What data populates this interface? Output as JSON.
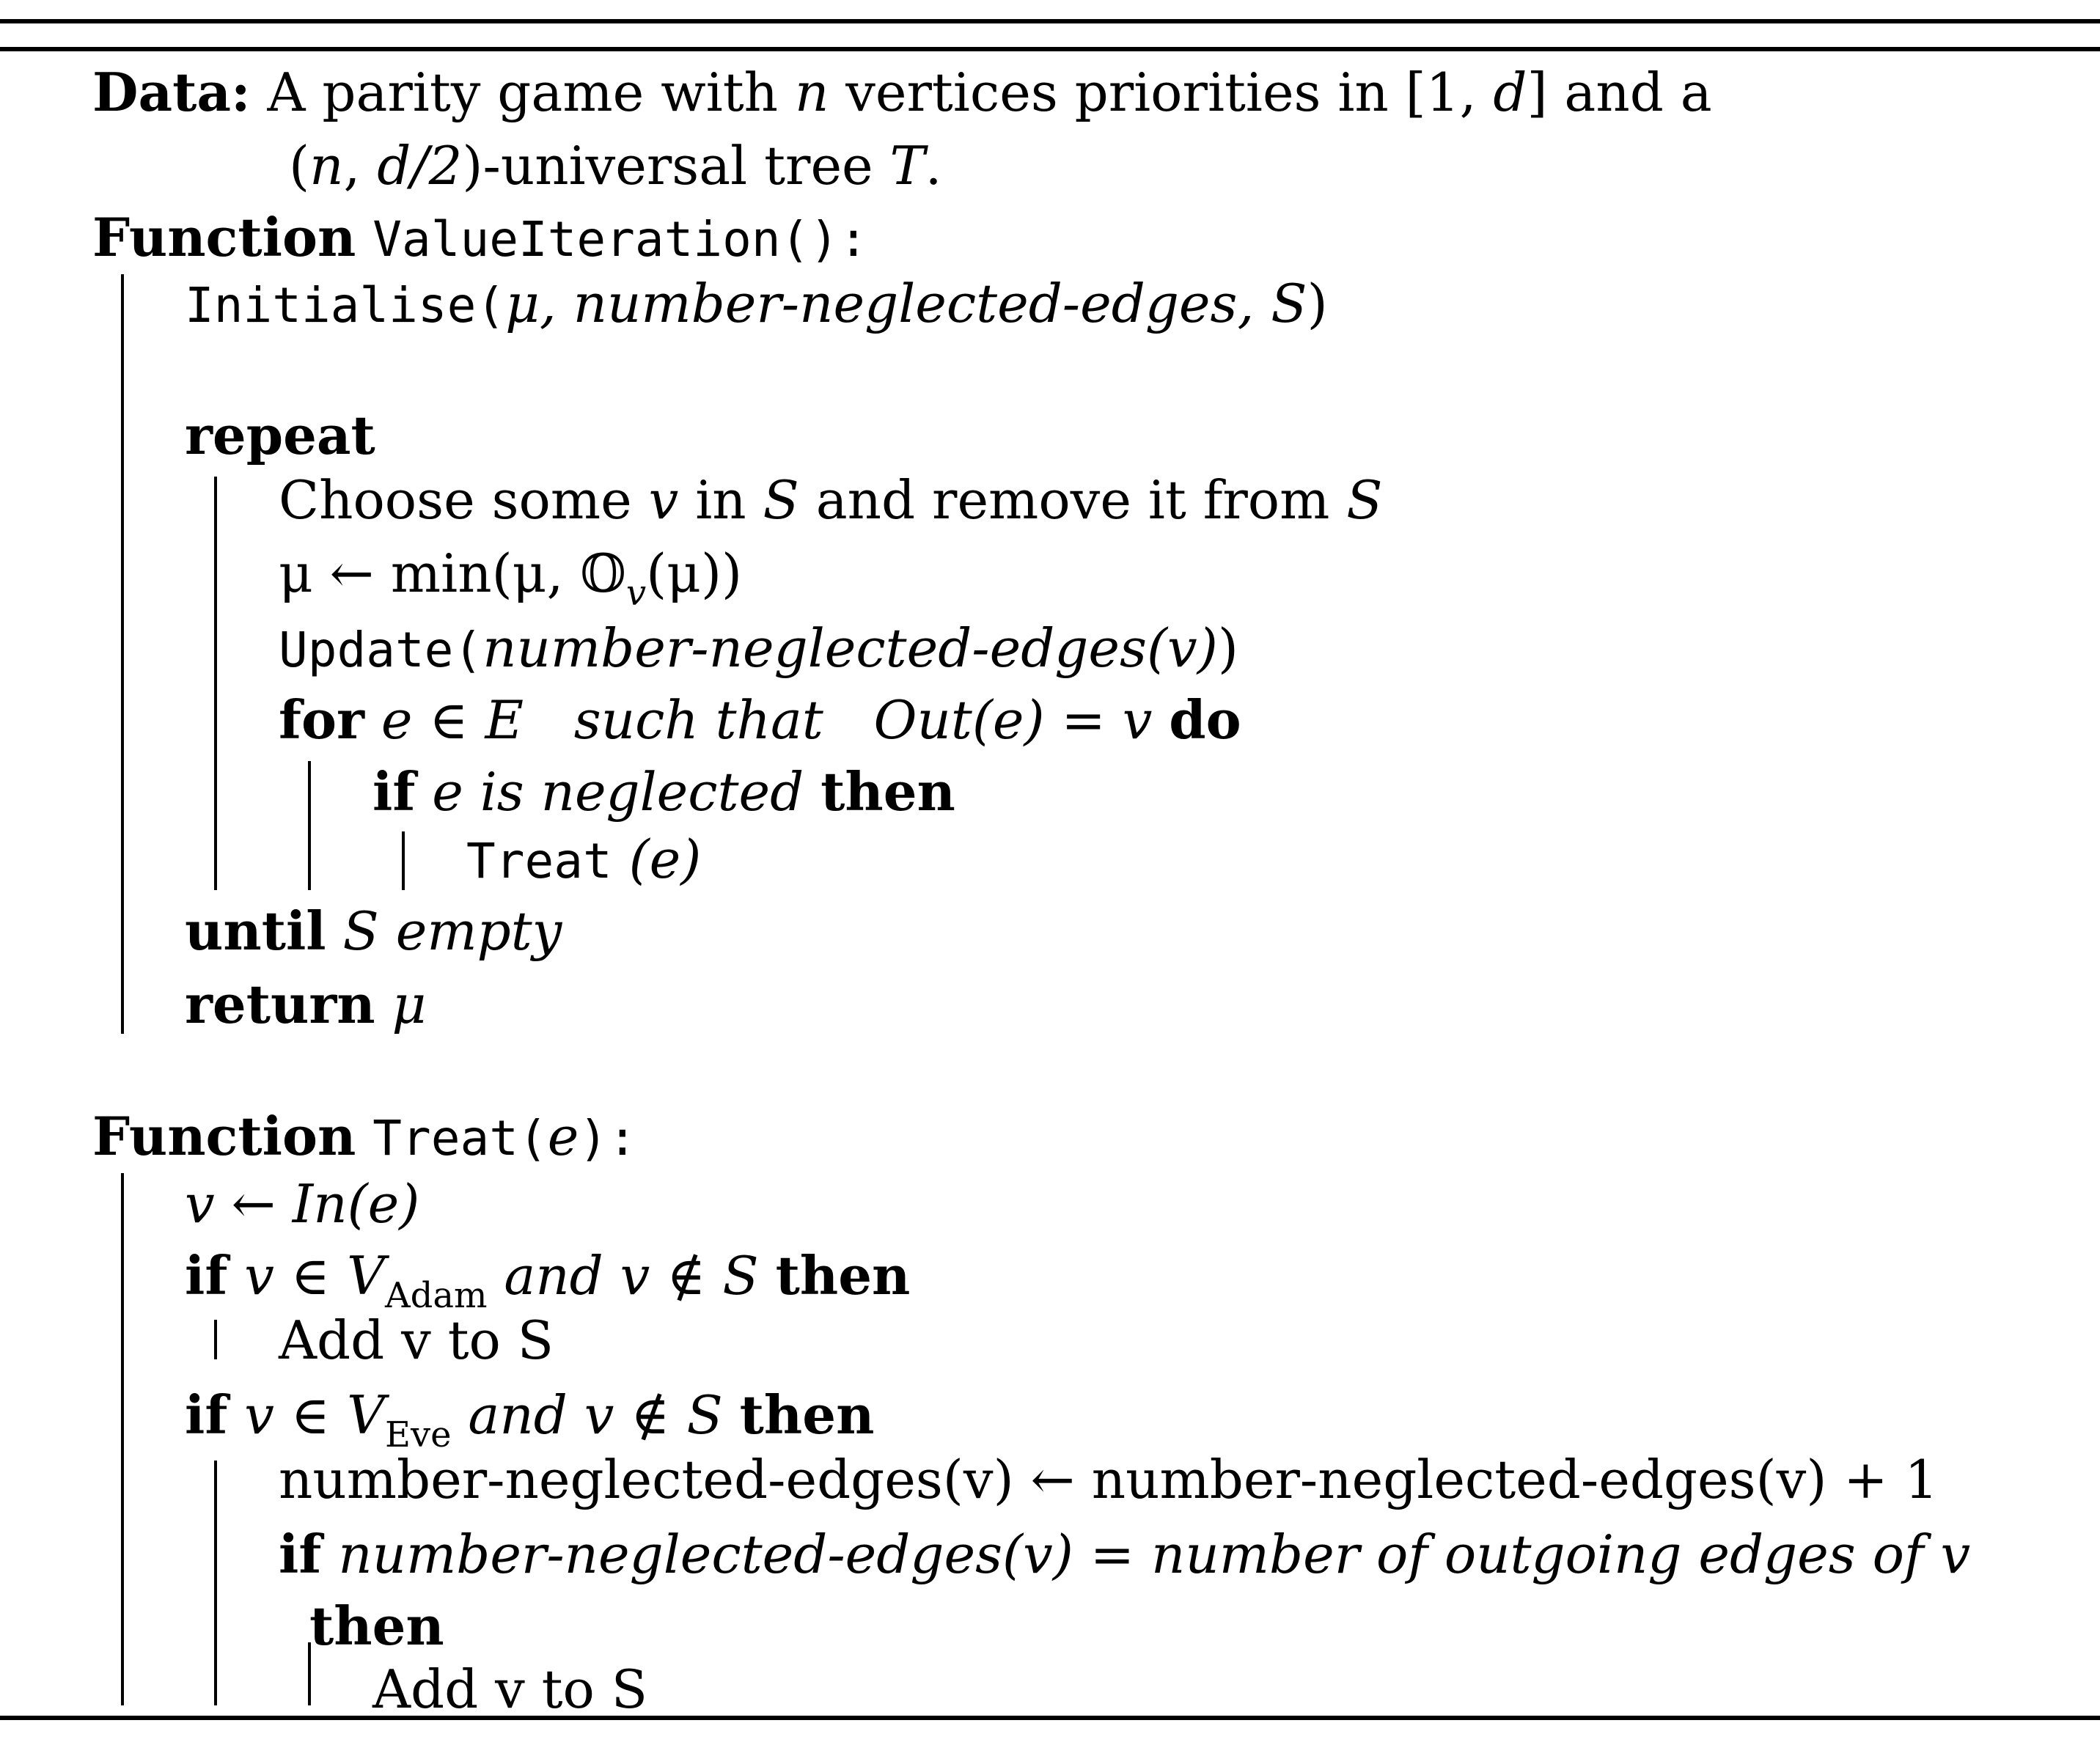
{
  "data_line": {
    "label": "Data:",
    "text_a": "A parity game with ",
    "n": "n",
    "text_b": " vertices priorities in [1, ",
    "d": "d",
    "text_c": "] and a",
    "cont_a": "(",
    "cont_n": "n",
    "cont_b": ", ",
    "cont_d2": "d/2",
    "cont_c": ")-universal tree ",
    "cont_T": "T",
    "cont_d": "."
  },
  "func1": {
    "kw": "Function",
    "name": "ValueIteration():",
    "init_call": "Initialise(",
    "init_mu": "μ, ",
    "init_args": "number-neglected-edges, S",
    "init_close": ")",
    "repeat": "repeat",
    "choose_a": "Choose some ",
    "choose_v": "v",
    "choose_b": " in ",
    "choose_S1": "S",
    "choose_c": " and remove it from ",
    "choose_S2": "S",
    "mu_line": "μ ← min(μ, 𝕆",
    "mu_sub": "v",
    "mu_end": "(μ))",
    "update_call": "Update(",
    "update_arg": "number-neglected-edges(v)",
    "update_close": ")",
    "for_kw": "for",
    "for_expr": "e ∈ E",
    "for_such": "such that",
    "for_out": "Out(e) = v",
    "for_do": "do",
    "if_kw": "if",
    "if_cond": "e is neglected",
    "if_then": "then",
    "treat_call": "Treat",
    "treat_arg": "(e)",
    "until_kw": "until",
    "until_cond": "S empty",
    "return_kw": "return",
    "return_val": "μ"
  },
  "func2": {
    "kw": "Function",
    "name_a": "Treat(",
    "name_e": "e",
    "name_b": "):",
    "assign": "v ← In(e)",
    "if1_kw": "if",
    "if1_a": "v ∈ V",
    "if1_sub": "Adam",
    "if1_b": " and v ∉ S",
    "if1_then": "then",
    "add1": "Add v to S",
    "if2_kw": "if",
    "if2_a": "v ∈ V",
    "if2_sub": "Eve",
    "if2_b": " and v ∉ S",
    "if2_then": "then",
    "incr": "number-neglected-edges(v) ← number-neglected-edges(v) + 1",
    "if3_kw": "if",
    "if3_cond": "number-neglected-edges(v) = number of outgoing edges of v",
    "if3_then": "then",
    "add2": "Add v to S"
  }
}
